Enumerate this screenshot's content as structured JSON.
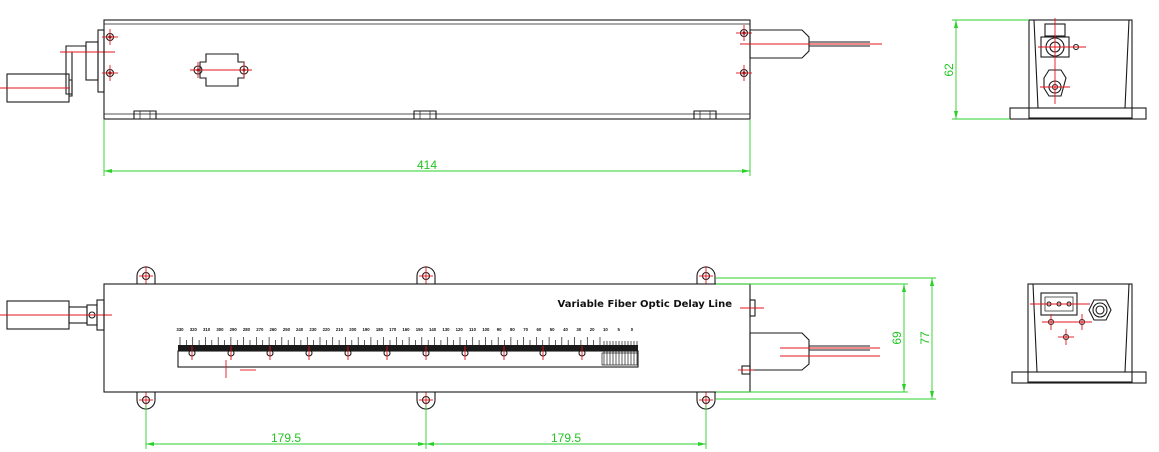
{
  "drawing": {
    "title_plate": "Variable Fiber Optic Delay Line",
    "dimensions": {
      "length": "414",
      "height_side": "62",
      "height_body": "69",
      "height_total": "77",
      "mount_pitch_left": "179.5",
      "mount_pitch_right": "179.5"
    },
    "scale_labels": [
      "330",
      "320",
      "310",
      "300",
      "290",
      "280",
      "270",
      "260",
      "250",
      "240",
      "230",
      "220",
      "210",
      "200",
      "190",
      "180",
      "170",
      "160",
      "150",
      "140",
      "130",
      "120",
      "110",
      "100",
      "90",
      "80",
      "70",
      "60",
      "50",
      "40",
      "30",
      "20",
      "10",
      "5",
      "0"
    ]
  },
  "colors": {
    "outline": "#1a1a1a",
    "center_line": "#e0141b",
    "dimension": "#2bd12b"
  }
}
